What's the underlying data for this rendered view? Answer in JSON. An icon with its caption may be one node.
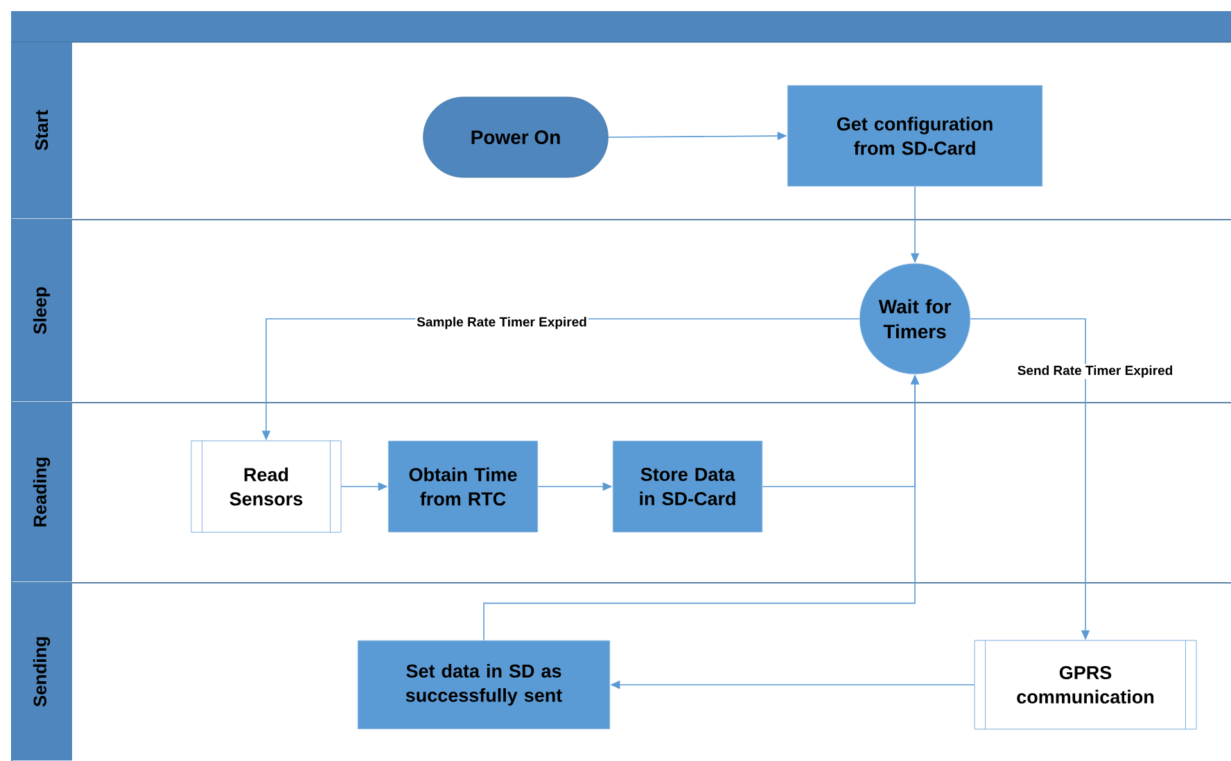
{
  "diagram": {
    "nodes": [
      {
        "text": [
          "Start"
        ]
      },
      {
        "text": [
          "Power On"
        ],
        "in": 0
      },
      {
        "text": [
          "Get configuration from SD-Card"
        ],
        "in": 0
      },
      {
        "text": [
          "Sleep"
        ]
      },
      {
        "text": [
          "Wait for Timers"
        ],
        "in": 3
      },
      {
        "text": [
          "Reading"
        ]
      },
      {
        "text": [
          "Read Sensors"
        ],
        "in": 5
      },
      {
        "text": [
          "Obtain Time from RTC"
        ],
        "in": 5
      },
      {
        "text": [
          "Store Data in SD-Card"
        ],
        "in": 5
      },
      {
        "text": [
          "Sending"
        ]
      },
      {
        "text": [
          "Set data in SD as successfully sent"
        ],
        "in": 9
      },
      {
        "text": [
          "GPRS communication"
        ],
        "in": 9
      }
    ],
    "edges": [
      {
        "from": 1,
        "to": 2,
        "arrow": "to"
      },
      {
        "from": 2,
        "to": 4,
        "arrow": "to"
      },
      {
        "from": 4,
        "to": 6,
        "arrow": "to",
        "label": "Sample Rate Timer Expired"
      },
      {
        "from": 4,
        "to": 11,
        "arrow": "to",
        "label": "Send Rate Timer Expired"
      },
      {
        "from": 6,
        "to": 7,
        "arrow": "to"
      },
      {
        "from": 7,
        "to": 8,
        "arrow": "to"
      },
      {
        "from": 8,
        "to": 4,
        "arrow": "to"
      },
      {
        "from": 10,
        "to": 4,
        "arrow": "to"
      },
      {
        "from": 11,
        "to": 10,
        "arrow": "to"
      }
    ]
  }
}
